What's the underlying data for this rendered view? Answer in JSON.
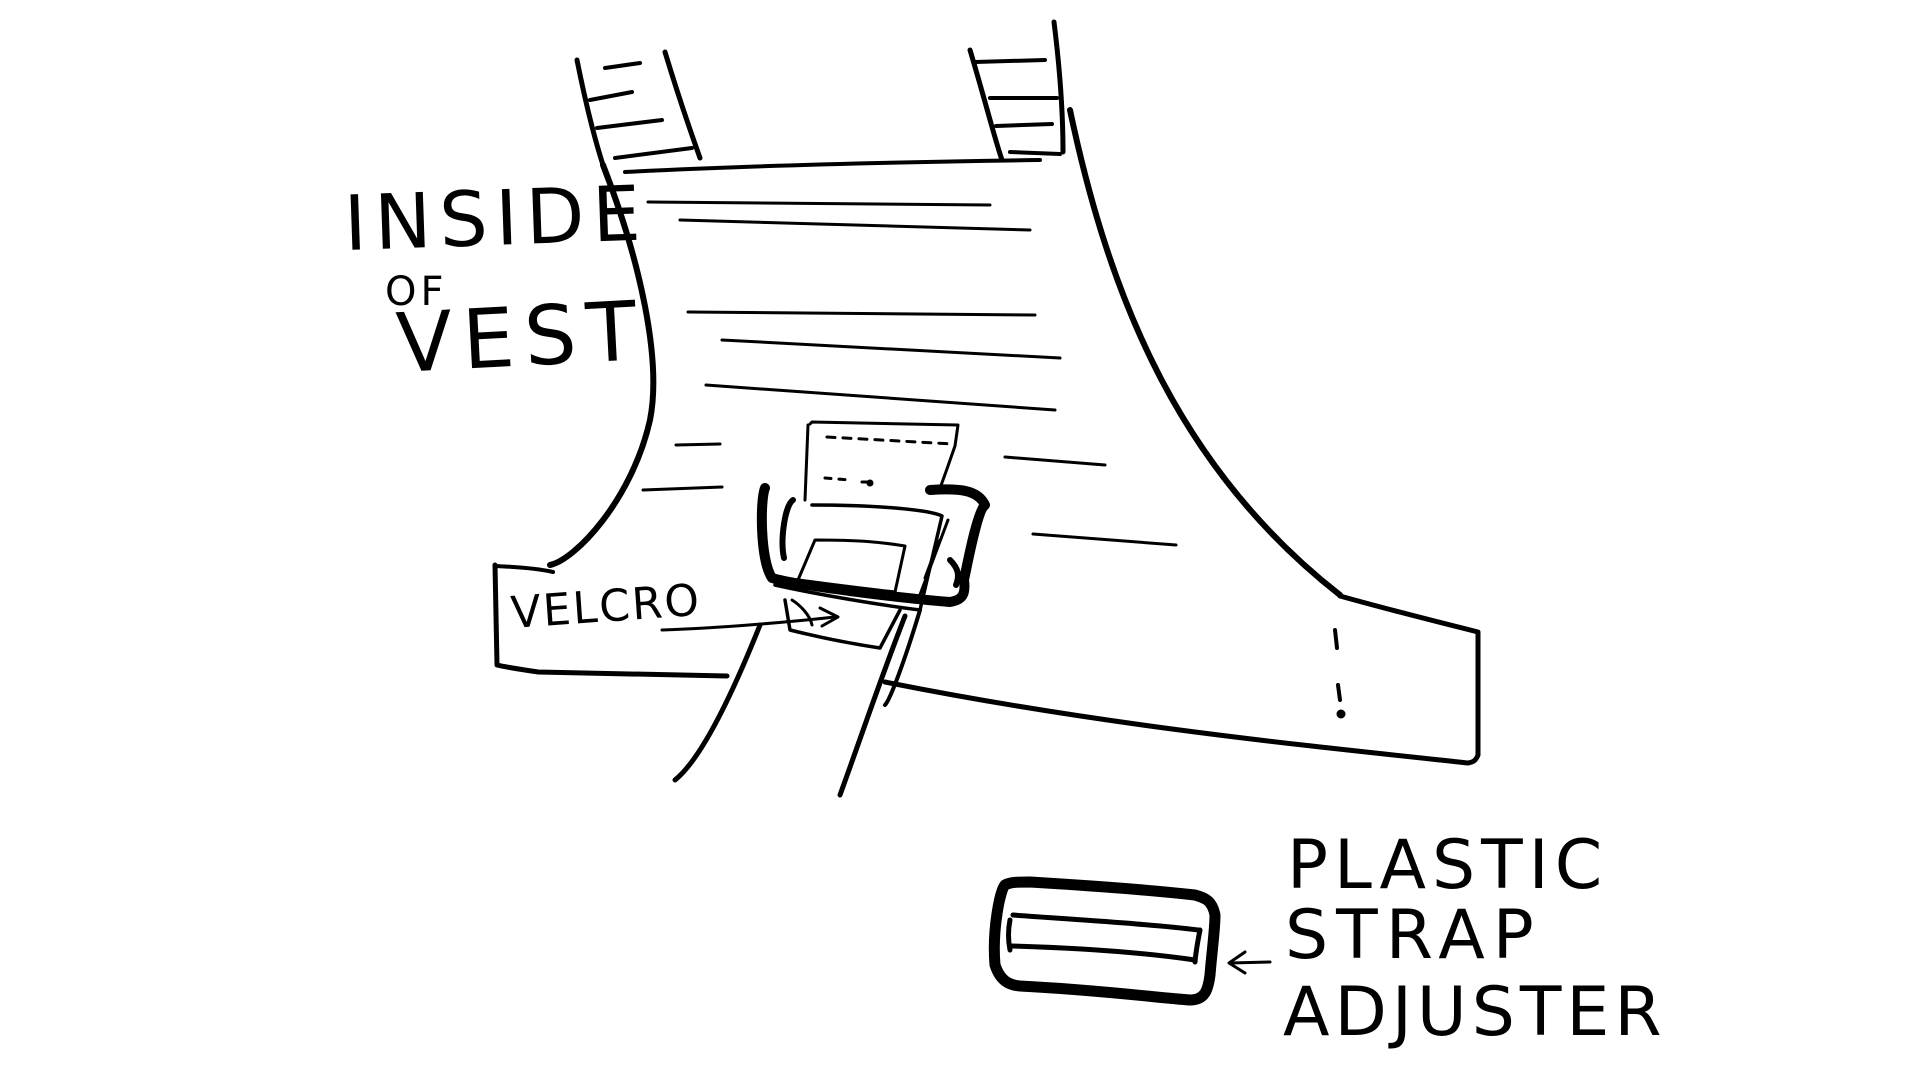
{
  "labels": {
    "inside_line1": "INSIDE",
    "inside_line2": "OF",
    "inside_line3": "VEST",
    "velcro": "VELCRO",
    "plastic_line1": "PLASTIC",
    "plastic_line2": "STRAP",
    "plastic_line3": "ADJUSTER"
  },
  "colors": {
    "ink": "#000000",
    "paper": "#ffffff"
  }
}
